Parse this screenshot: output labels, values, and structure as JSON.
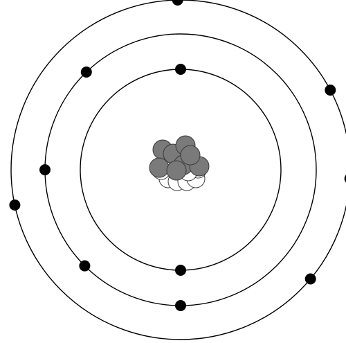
{
  "diagram": {
    "type": "bohr-atom-model",
    "colors": {
      "background": "#ffffff",
      "orbit": "#000000",
      "electron": "#000000",
      "proton": "#7a7a7a",
      "neutron": "#ffffff",
      "particle_outline": "#3a3a3a"
    },
    "nucleus": {
      "protons": 8,
      "neutrons": 8
    },
    "shells": [
      {
        "shell": 1,
        "electrons": 2
      },
      {
        "shell": 2,
        "electrons": 4
      },
      {
        "shell": 3,
        "electrons": 5
      }
    ]
  }
}
